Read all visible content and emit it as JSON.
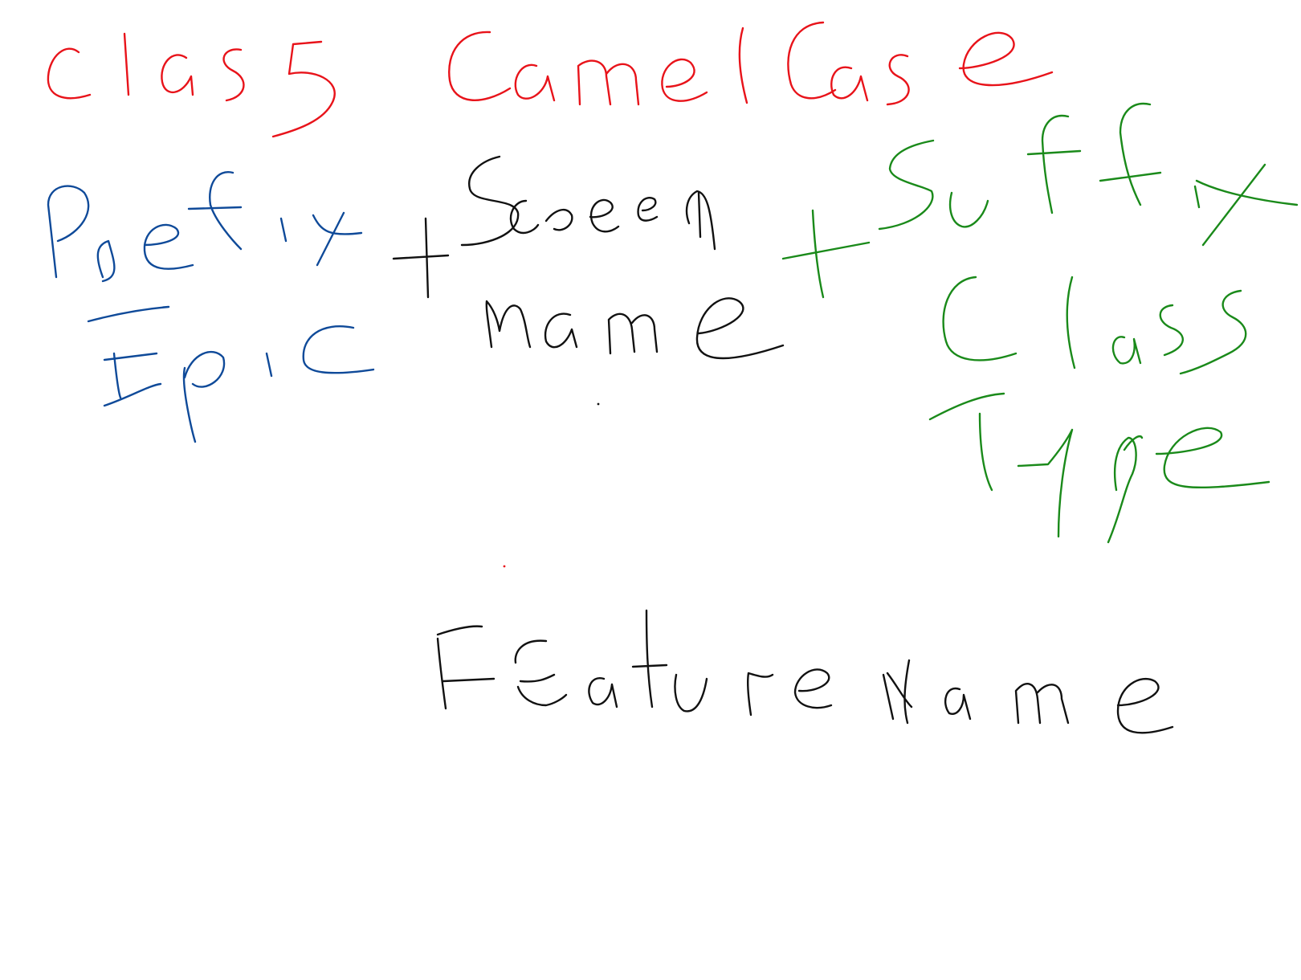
{
  "whiteboard": {
    "heading": {
      "text": "Class CamelCase",
      "color": "#e8131a"
    },
    "prefix": {
      "line1": "Prefix",
      "line2": "Epic",
      "color": "#0f4a99"
    },
    "plus1": "+",
    "screen_name": {
      "line1": "Screen",
      "line2": "name",
      "color": "#111111"
    },
    "plus2": "+",
    "suffix": {
      "line1": "Suffix",
      "line2": "Class",
      "line3": "Type",
      "color": "#1a8a1a"
    },
    "feature_name": {
      "text": "FeatureName",
      "color": "#111111"
    }
  }
}
